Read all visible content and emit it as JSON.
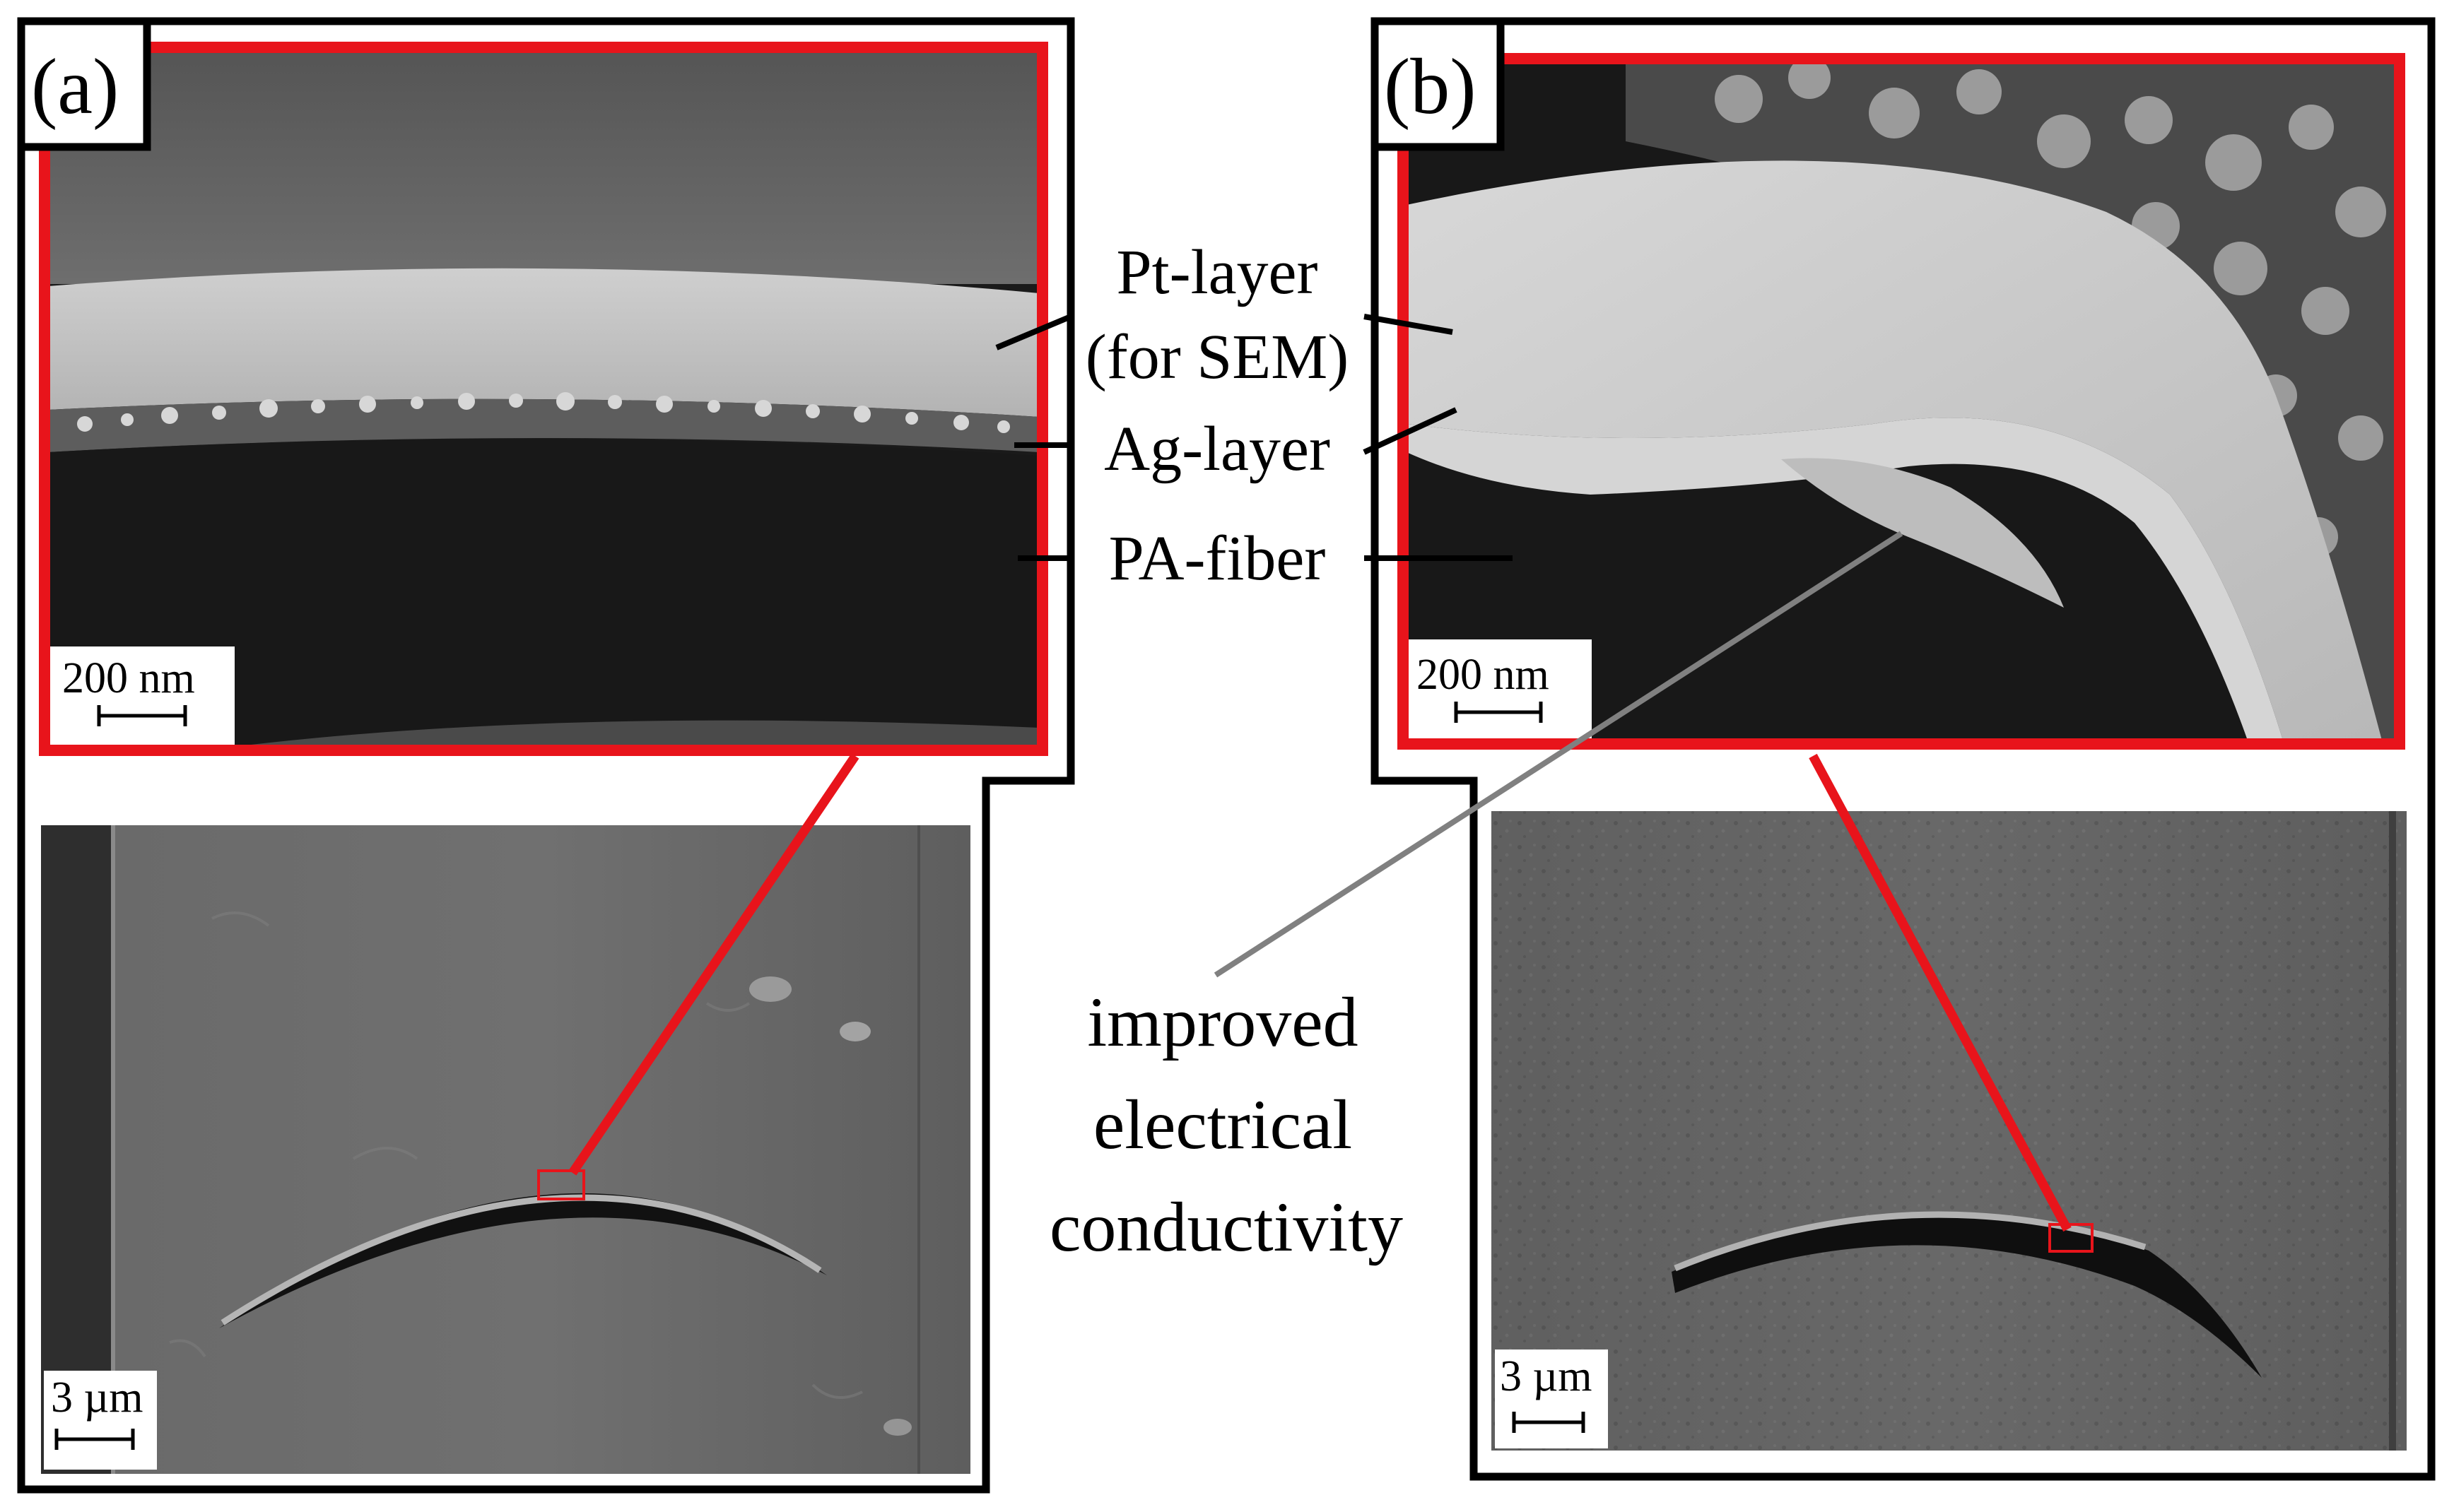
{
  "panels": {
    "a": {
      "label": "(a)",
      "zoom_scale": "200 nm",
      "overview_scale": "3 µm"
    },
    "b": {
      "label": "(b)",
      "zoom_scale": "200 nm",
      "overview_scale": "3 µm"
    }
  },
  "layer_labels": {
    "pt_line1": "Pt-layer",
    "pt_line2": "(for SEM)",
    "ag": "Ag-layer",
    "pa": "PA-fiber"
  },
  "annotation": {
    "line1": "improved",
    "line2": "electrical",
    "line3": "conductivity"
  },
  "colors": {
    "highlight": "#e8141b",
    "outline": "#000000",
    "pointer": "#808080"
  }
}
